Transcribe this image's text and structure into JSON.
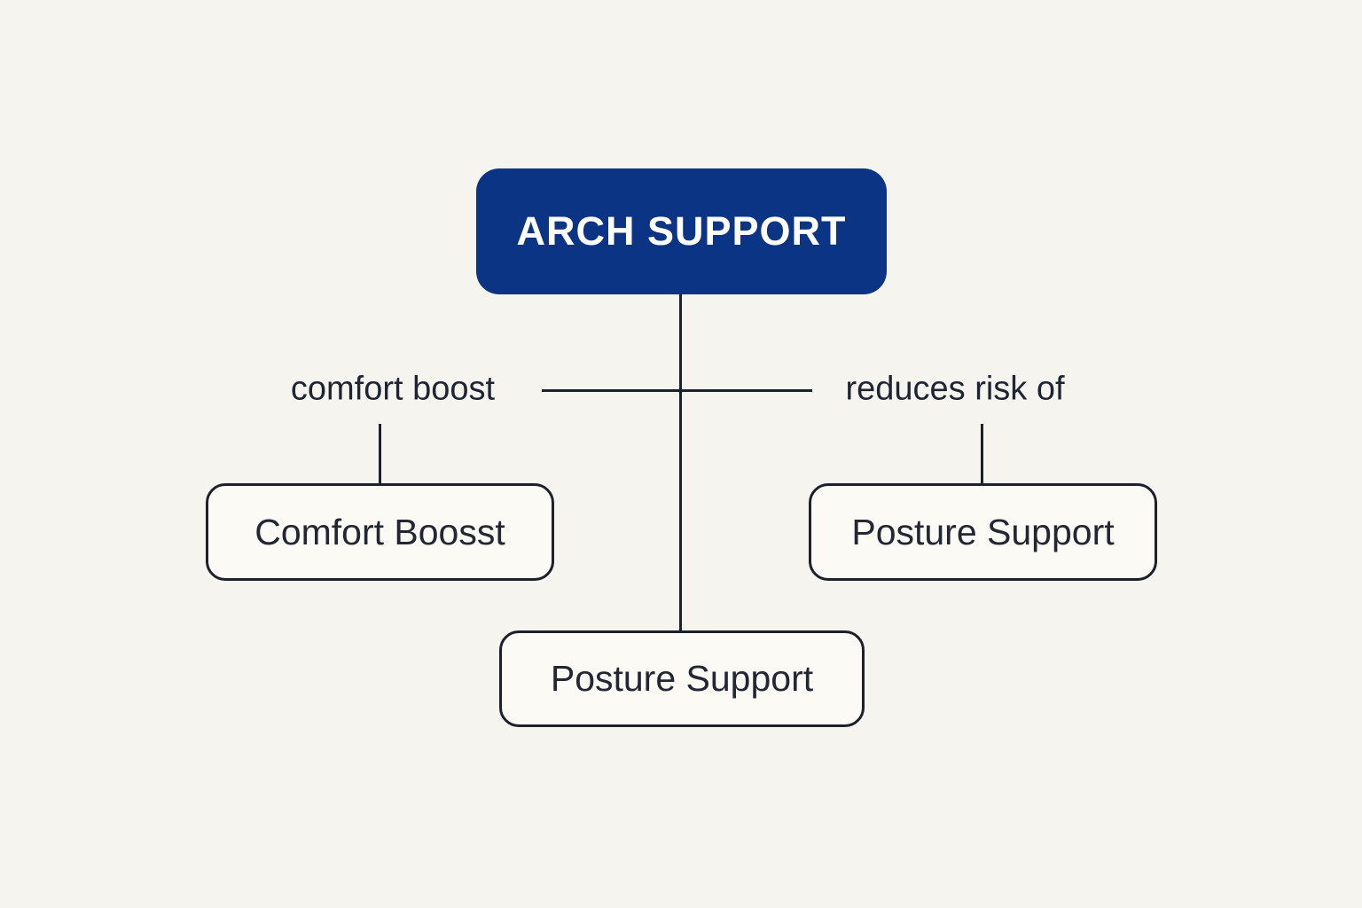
{
  "diagram": {
    "background_color": "#f6f4ee",
    "accent_color": "#0c3484",
    "line_color": "#1c212c",
    "root": {
      "label": "ARCH SUPPORT",
      "fill": "#0c3484",
      "text_color": "#ffffff"
    },
    "edges": [
      {
        "label": "comfort boost",
        "side": "left"
      },
      {
        "label": "reduces risk of",
        "side": "right"
      }
    ],
    "nodes": [
      {
        "label": "Comfort Boosst",
        "position": "left"
      },
      {
        "label": "Posture Support",
        "position": "right"
      },
      {
        "label": "Posture Support",
        "position": "bottom-center"
      }
    ]
  }
}
